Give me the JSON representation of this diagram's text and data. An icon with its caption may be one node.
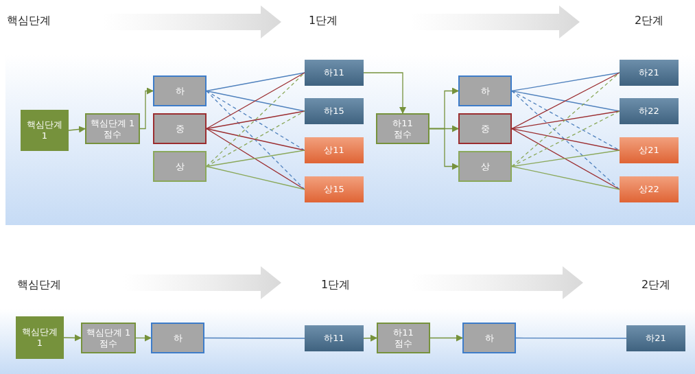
{
  "diagram": {
    "nodes": [
      {
        "text": [
          "핵심단계 1"
        ]
      },
      {
        "text": [
          "핵심단계 1 점수"
        ]
      },
      {
        "text": [
          "하"
        ]
      },
      {
        "text": [
          "중"
        ]
      },
      {
        "text": [
          "상"
        ]
      },
      {
        "text": [
          "하11"
        ]
      },
      {
        "text": [
          "하15"
        ]
      },
      {
        "text": [
          "상11"
        ]
      },
      {
        "text": [
          "상15"
        ]
      },
      {
        "text": [
          "하11 점수"
        ]
      },
      {
        "text": [
          "하"
        ]
      },
      {
        "text": [
          "중"
        ]
      },
      {
        "text": [
          "상"
        ]
      },
      {
        "text": [
          "하21"
        ]
      },
      {
        "text": [
          "하22"
        ]
      },
      {
        "text": [
          "상21"
        ]
      },
      {
        "text": [
          "상22"
        ]
      },
      {
        "text": [
          "핵심단계 1"
        ]
      },
      {
        "text": [
          "핵심단계 1 점수"
        ]
      },
      {
        "text": [
          "하"
        ]
      },
      {
        "text": [
          "하11"
        ]
      },
      {
        "text": [
          "하11 점수"
        ]
      },
      {
        "text": [
          "하"
        ]
      },
      {
        "text": [
          "하21"
        ]
      }
    ],
    "edges": [
      {
        "from": 0,
        "to": 1,
        "arrow": "to",
        "color": "#76923c"
      },
      {
        "from": 1,
        "to": 2,
        "arrow": "to",
        "color": "#76923c"
      },
      {
        "from": 2,
        "to": 5,
        "arrow": "none",
        "color": "#4f81bd"
      },
      {
        "from": 2,
        "to": 6,
        "arrow": "none",
        "color": "#4f81bd"
      },
      {
        "from": 2,
        "to": 7,
        "arrow": "none",
        "style": "dashed",
        "color": "#4f81bd"
      },
      {
        "from": 2,
        "to": 8,
        "arrow": "none",
        "style": "dashed",
        "color": "#4f81bd"
      },
      {
        "from": 3,
        "to": 5,
        "arrow": "none",
        "color": "#9b2d30"
      },
      {
        "from": 3,
        "to": 6,
        "arrow": "none",
        "color": "#9b2d30"
      },
      {
        "from": 3,
        "to": 7,
        "arrow": "none",
        "color": "#9b2d30"
      },
      {
        "from": 3,
        "to": 8,
        "arrow": "none",
        "color": "#9b2d30"
      },
      {
        "from": 4,
        "to": 5,
        "arrow": "none",
        "style": "dashed",
        "color": "#8aa85a"
      },
      {
        "from": 4,
        "to": 6,
        "arrow": "none",
        "style": "dashed",
        "color": "#8aa85a"
      },
      {
        "from": 4,
        "to": 7,
        "arrow": "none",
        "color": "#8aa85a"
      },
      {
        "from": 4,
        "to": 8,
        "arrow": "none",
        "color": "#8aa85a"
      },
      {
        "from": 5,
        "to": 9,
        "arrow": "to",
        "color": "#76923c"
      },
      {
        "from": 9,
        "to": 10,
        "arrow": "to",
        "color": "#76923c"
      },
      {
        "from": 9,
        "to": 11,
        "arrow": "to",
        "color": "#76923c"
      },
      {
        "from": 9,
        "to": 12,
        "arrow": "to",
        "color": "#76923c"
      },
      {
        "from": 10,
        "to": 13,
        "arrow": "none",
        "color": "#4f81bd"
      },
      {
        "from": 10,
        "to": 14,
        "arrow": "none",
        "color": "#4f81bd"
      },
      {
        "from": 10,
        "to": 15,
        "arrow": "none",
        "style": "dashed",
        "color": "#4f81bd"
      },
      {
        "from": 10,
        "to": 16,
        "arrow": "none",
        "style": "dashed",
        "color": "#4f81bd"
      },
      {
        "from": 11,
        "to": 13,
        "arrow": "none",
        "color": "#9b2d30"
      },
      {
        "from": 11,
        "to": 14,
        "arrow": "none",
        "color": "#9b2d30"
      },
      {
        "from": 11,
        "to": 15,
        "arrow": "none",
        "color": "#9b2d30"
      },
      {
        "from": 11,
        "to": 16,
        "arrow": "none",
        "color": "#9b2d30"
      },
      {
        "from": 12,
        "to": 13,
        "arrow": "none",
        "style": "dashed",
        "color": "#8aa85a"
      },
      {
        "from": 12,
        "to": 14,
        "arrow": "none",
        "style": "dashed",
        "color": "#8aa85a"
      },
      {
        "from": 12,
        "to": 15,
        "arrow": "none",
        "color": "#8aa85a"
      },
      {
        "from": 12,
        "to": 16,
        "arrow": "none",
        "color": "#8aa85a"
      },
      {
        "from": 17,
        "to": 18,
        "arrow": "to",
        "color": "#76923c"
      },
      {
        "from": 18,
        "to": 19,
        "arrow": "to",
        "color": "#76923c"
      },
      {
        "from": 19,
        "to": 20,
        "arrow": "none",
        "color": "#4f81bd"
      },
      {
        "from": 20,
        "to": 21,
        "arrow": "to",
        "color": "#76923c"
      },
      {
        "from": 21,
        "to": 22,
        "arrow": "to",
        "color": "#76923c"
      },
      {
        "from": 22,
        "to": 23,
        "arrow": "none",
        "color": "#4f81bd"
      }
    ],
    "labels": [
      "핵심단계",
      "1단계",
      "2단계",
      "핵심단계",
      "1단계",
      "2단계"
    ]
  }
}
